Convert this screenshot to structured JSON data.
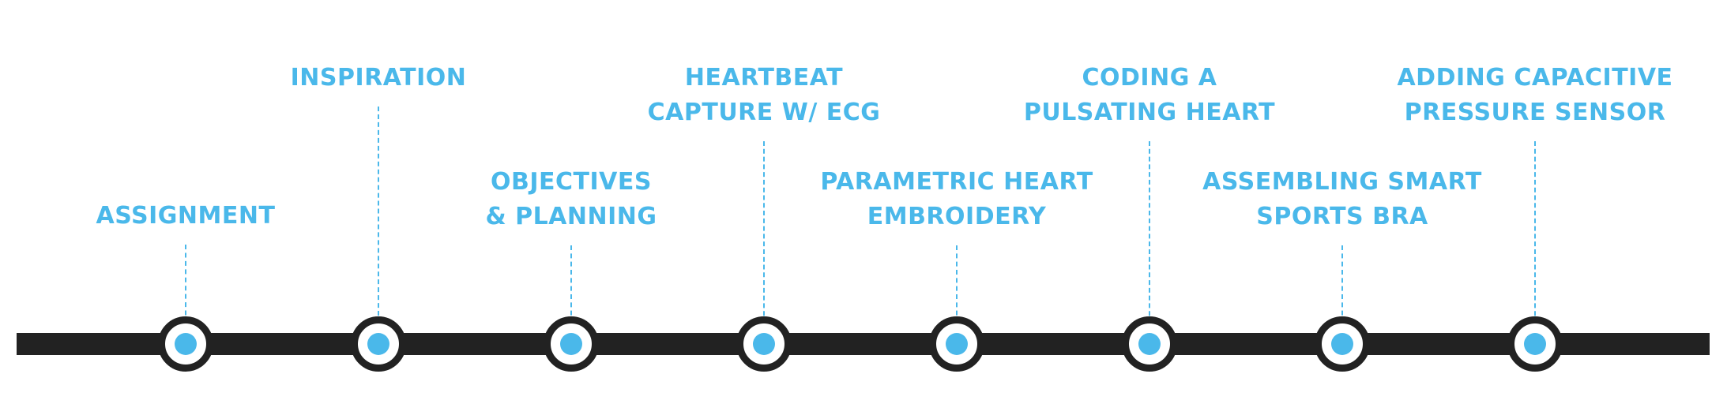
{
  "accent_color": "#4ab8ea",
  "track_color": "#222222",
  "milestones": [
    {
      "lines": [
        "ASSIGNMENT"
      ],
      "icon": "milestone-node-icon"
    },
    {
      "lines": [
        "INSPIRATION"
      ],
      "icon": "milestone-node-icon"
    },
    {
      "lines": [
        "OBJECTIVES",
        "& PLANNING"
      ],
      "icon": "milestone-node-icon"
    },
    {
      "lines": [
        "HEARTBEAT",
        "CAPTURE W/ ECG"
      ],
      "icon": "milestone-node-icon"
    },
    {
      "lines": [
        "PARAMETRIC HEART",
        "EMBROIDERY"
      ],
      "icon": "milestone-node-icon"
    },
    {
      "lines": [
        "CODING A",
        "PULSATING HEART"
      ],
      "icon": "milestone-node-icon"
    },
    {
      "lines": [
        "ASSEMBLING SMART",
        "SPORTS BRA"
      ],
      "icon": "milestone-node-icon"
    },
    {
      "lines": [
        "ADDING CAPACITIVE",
        "PRESSURE SENSOR"
      ],
      "icon": "milestone-node-icon"
    }
  ]
}
